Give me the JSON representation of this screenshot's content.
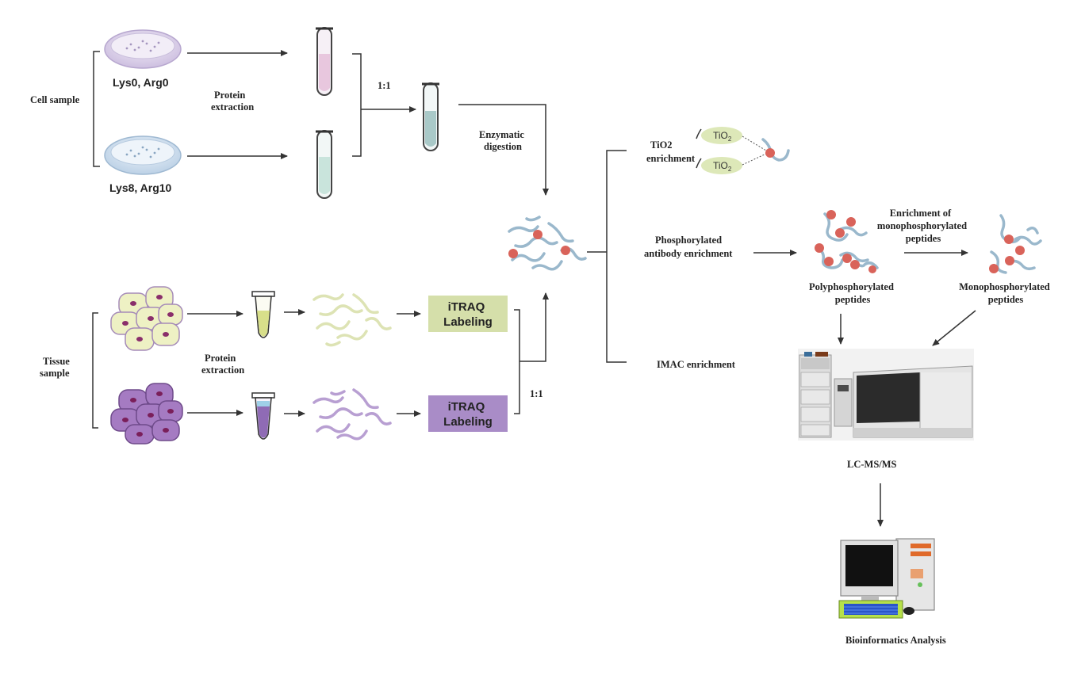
{
  "cell": {
    "group_label": "Cell sample",
    "light_label": "Lys0, Arg0",
    "heavy_label": "Lys8, Arg10",
    "extraction_label": [
      "Protein",
      "extraction"
    ],
    "ratio": "1:1",
    "digestion_label": [
      "Enzymatic",
      "digestion"
    ]
  },
  "tissue": {
    "group_label": [
      "Tissue",
      "sample"
    ],
    "extraction_label": [
      "Protein",
      "extraction"
    ],
    "itraq_label_1": [
      "iTRAQ",
      "Labeling"
    ],
    "itraq_label_2": [
      "iTRAQ",
      "Labeling"
    ],
    "ratio": "1:1"
  },
  "enrichment": {
    "tio2": [
      "TiO2",
      "enrichment"
    ],
    "tio2_bead_1": "TiO",
    "tio2_bead_1_sub": "2",
    "tio2_bead_2": "TiO",
    "tio2_bead_2_sub": "2",
    "antibody": [
      "Phosphorylated",
      "antibody enrichment"
    ],
    "imac": "IMAC enrichment",
    "mono_enrich": [
      "Enrichment of",
      "monophosphorylated",
      "peptides"
    ],
    "poly": [
      "Polyphosphorylated",
      "peptides"
    ],
    "mono": [
      "Monophosphorylated",
      "peptides"
    ]
  },
  "analysis": {
    "lcms": "LC-MS/MS",
    "bioinfo": "Bioinformatics Analysis"
  },
  "colors": {
    "arrow": "#333333",
    "peptide": "#9ab8cc",
    "phospho": "#d9635a",
    "itraq_green": "#d5dfaa",
    "itraq_purple": "#a98cc7",
    "tio2_bead": "#dde8b8"
  }
}
